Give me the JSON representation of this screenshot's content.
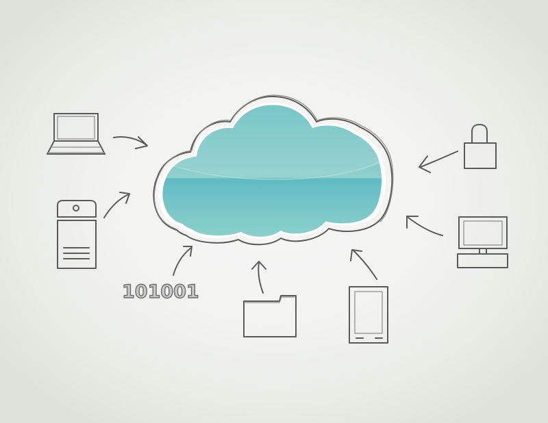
{
  "diagram": {
    "type": "cloud-computing-concept",
    "center": {
      "label": "cloud",
      "fill_top": "#4fb6c0",
      "fill_mid": "#8fcfcb",
      "fill_bottom": "#5dbdc4",
      "outline": "#5a5a5a"
    },
    "nodes": [
      {
        "id": "laptop",
        "icon": "laptop-icon",
        "arrow": "toward-cloud"
      },
      {
        "id": "server",
        "icon": "server-tower-icon",
        "arrow": "toward-cloud"
      },
      {
        "id": "binary",
        "icon": "binary-data-icon",
        "text": "101001",
        "arrow": "toward-cloud"
      },
      {
        "id": "folder",
        "icon": "folder-icon",
        "arrow": "toward-cloud"
      },
      {
        "id": "tablet",
        "icon": "tablet-icon",
        "arrow": "toward-cloud"
      },
      {
        "id": "desktop",
        "icon": "desktop-computer-icon",
        "arrow": "toward-cloud"
      },
      {
        "id": "lock",
        "icon": "padlock-icon",
        "arrow": "away-from-cloud"
      }
    ],
    "binary_text": "101001",
    "colors": {
      "background_center": "#f6f6f6",
      "background_edge": "#dfe2da",
      "stroke": "#5a5a5a"
    }
  }
}
